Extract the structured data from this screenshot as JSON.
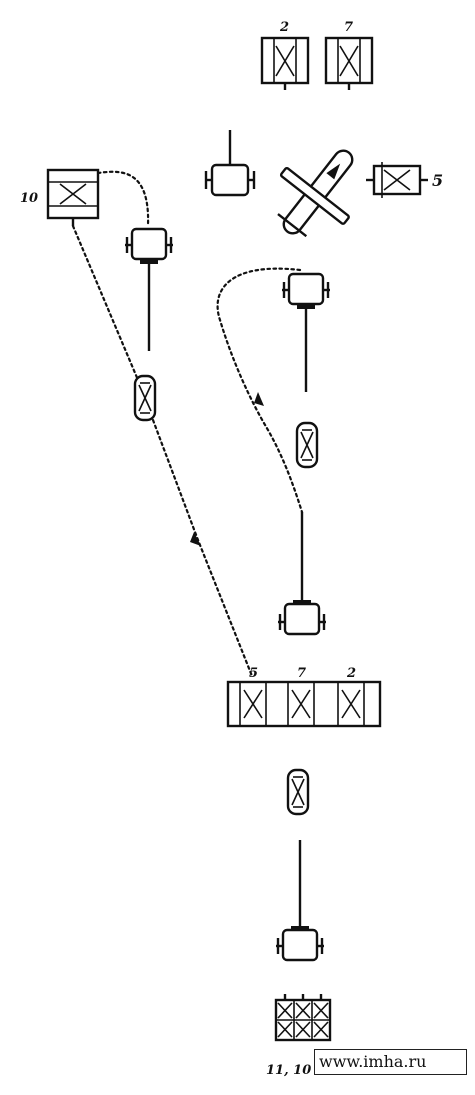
{
  "labels": {
    "top_left": "2",
    "top_right": "7",
    "rank_right": "5",
    "rank_left": "10",
    "line_a": "5",
    "line_b": "7",
    "line_c": "2",
    "bottom": "11, 10"
  },
  "watermark": "www.imha.ru",
  "colors": {
    "ink": "#111111",
    "paper": "#ffffff"
  }
}
